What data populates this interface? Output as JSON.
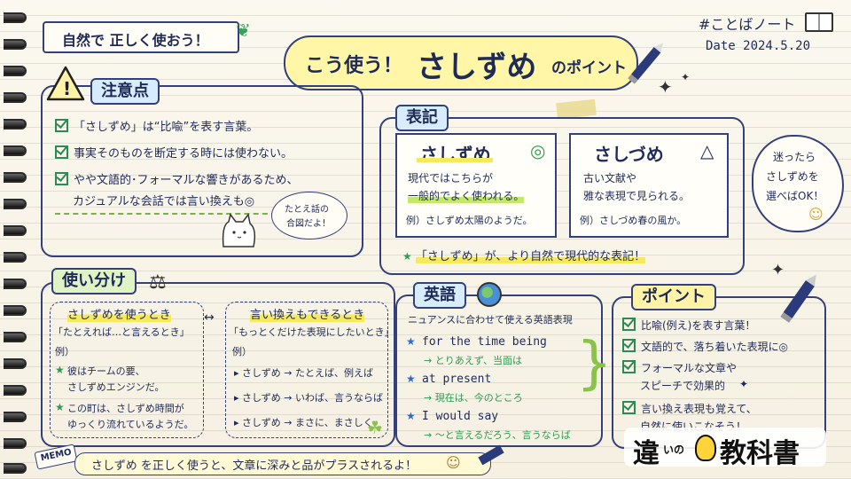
{
  "header": {
    "tag": "自然で 正しく使おう！",
    "title_pre": "こう使う！",
    "title_main": "さしずめ",
    "title_post": "のポイント",
    "notebook": "#ことばノート",
    "date": "Date 2024.5.20"
  },
  "caution": {
    "heading": "注意点",
    "items": [
      "「さしずめ」は“比喩”を表す言葉。",
      "事実そのものを断定する時には使わない。",
      "やや文語的･フォーマルな響きがあるため、"
    ],
    "item3_cont": "カジュアルな会話では言い換えも◎",
    "bubble_line1": "たとえ話の",
    "bubble_line2": "合図だよ！"
  },
  "notation": {
    "heading": "表記",
    "card1": {
      "title": "さしずめ",
      "mark": "◎",
      "line1": "現代ではこちらが",
      "line2": "一般的でよく使われる。",
      "example": "例）さしずめ太陽のようだ。"
    },
    "card2": {
      "title": "さしづめ",
      "mark": "△",
      "line1": "古い文献や",
      "line2": "雅な表現で見られる。",
      "example": "例）さしづめ春の風か。"
    },
    "summary": "「さしずめ」が、より自然で現代的な表記！",
    "cloud_line1": "迷ったら",
    "cloud_line2": "さしずめを",
    "cloud_line3": "選べばOK！"
  },
  "usage": {
    "heading": "使い分け",
    "left": {
      "title": "さしずめを使うとき",
      "phrase": "「たとえれば…と言えるとき」",
      "example_label": "例）",
      "ex1_line1": "彼はチームの要、",
      "ex1_line2": "さしずめエンジンだ。",
      "ex2_line1": "この町は、さしずめ時間が",
      "ex2_line2": "ゆっくり流れているようだ。"
    },
    "right": {
      "title": "言い換えもできるとき",
      "phrase": "「もっとくだけた表現にしたいとき」",
      "example_label": "例）",
      "rows": [
        "さしずめ → たとえば、例えば",
        "さしずめ → いわば、言うならば",
        "さしずめ → まさに、まさしく"
      ]
    }
  },
  "english": {
    "heading": "英語",
    "subtitle": "ニュアンスに合わせて使える英語表現",
    "items": [
      {
        "en": "for the time being",
        "ja": "→ とりあえず、当面は"
      },
      {
        "en": "at present",
        "ja": "→ 現在は、今のところ"
      },
      {
        "en": "I would say",
        "ja": "→ ～と言えるだろう、言うならば"
      }
    ]
  },
  "points": {
    "heading": "ポイント",
    "items": [
      "比喩(例え)を表す言葉！",
      "文語的で、落ち着いた表現に◎",
      "フォーマルな文章や",
      "言い換え表現も覚えて、"
    ],
    "item3_cont": "スピーチで効果的",
    "item4_cont": "自然に使いこなそう！"
  },
  "memo": {
    "tag": "MEMO",
    "text": "さしずめ を正しく使うと、文章に深みと品がプラスされるよ！"
  },
  "logo": {
    "text_left": "違",
    "text_mid": "いの",
    "text_right": "教科書"
  }
}
